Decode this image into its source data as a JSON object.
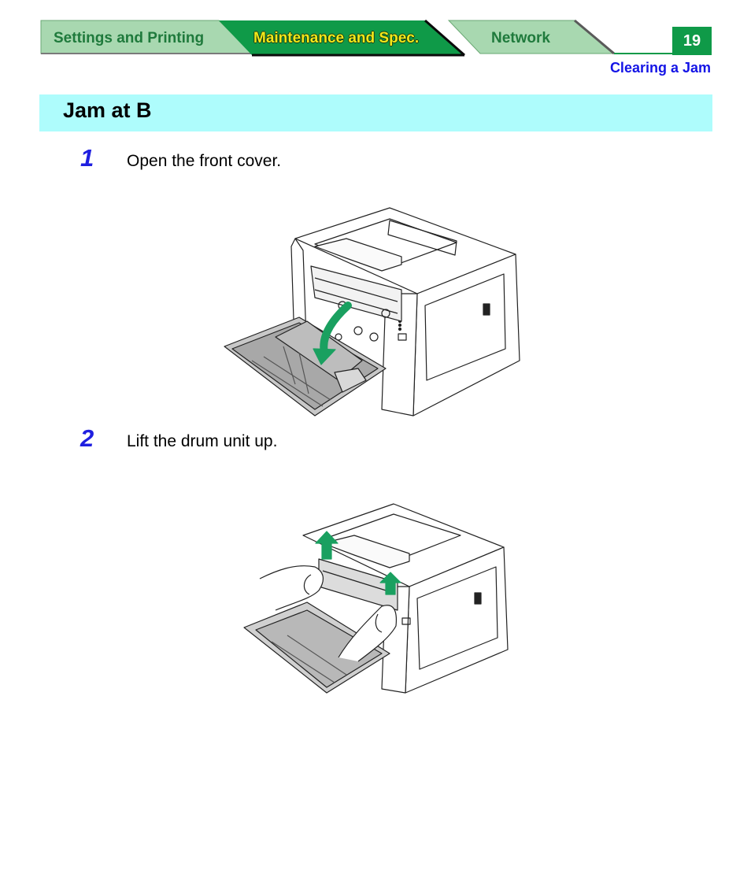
{
  "nav": {
    "tabs": [
      {
        "label": "Settings and Printing"
      },
      {
        "label": "Maintenance and Spec."
      },
      {
        "label": "Network"
      }
    ],
    "page_number": "19"
  },
  "breadcrumb": "Clearing a Jam",
  "section": {
    "title": "Jam at B"
  },
  "steps": [
    {
      "number": "1",
      "text": "Open the front cover."
    },
    {
      "number": "2",
      "text": "Lift the drum unit up."
    }
  ],
  "colors": {
    "tab_inactive": "#a8d8b0",
    "tab_active": "#0f9a48",
    "page_number_bg": "#0f9a48",
    "section_bar": "#aefcfc",
    "step_number": "#1f1fe0",
    "breadcrumb": "#1414e6",
    "arrow": "#1aa060"
  }
}
